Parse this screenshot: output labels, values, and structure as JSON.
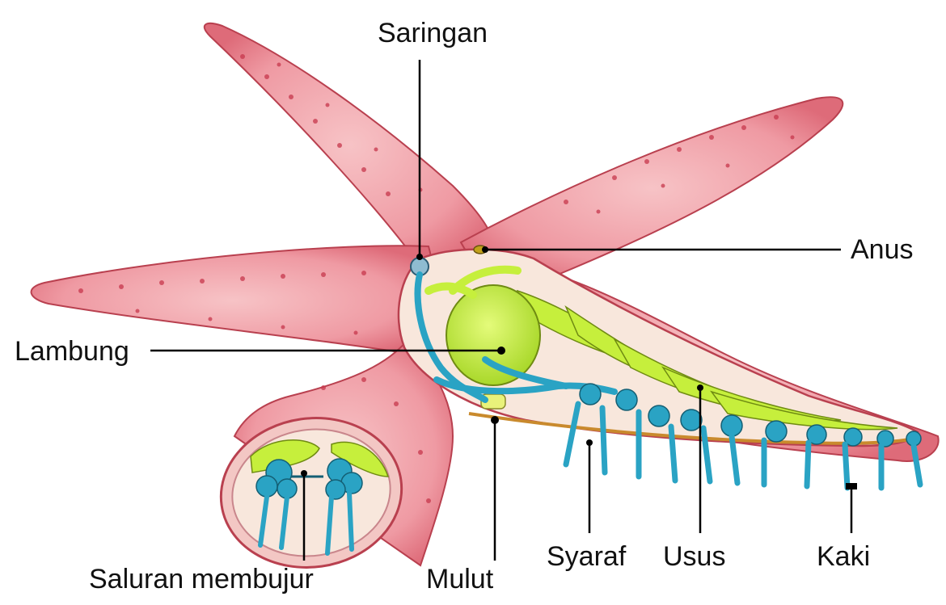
{
  "labels": {
    "saringan": "Saringan",
    "anus": "Anus",
    "lambung": "Lambung",
    "saluran_membujur": "Saluran membujur",
    "mulut": "Mulut",
    "syaraf": "Syaraf",
    "usus": "Usus",
    "kaki": "Kaki"
  },
  "colors": {
    "skin": "#ef9aa3",
    "skin_dark": "#d2485a",
    "cut_surface": "#f8e7dc",
    "digestive": "#c6ef3c",
    "water_vascular": "#2aa3c4",
    "nerve": "#c98a2d"
  }
}
